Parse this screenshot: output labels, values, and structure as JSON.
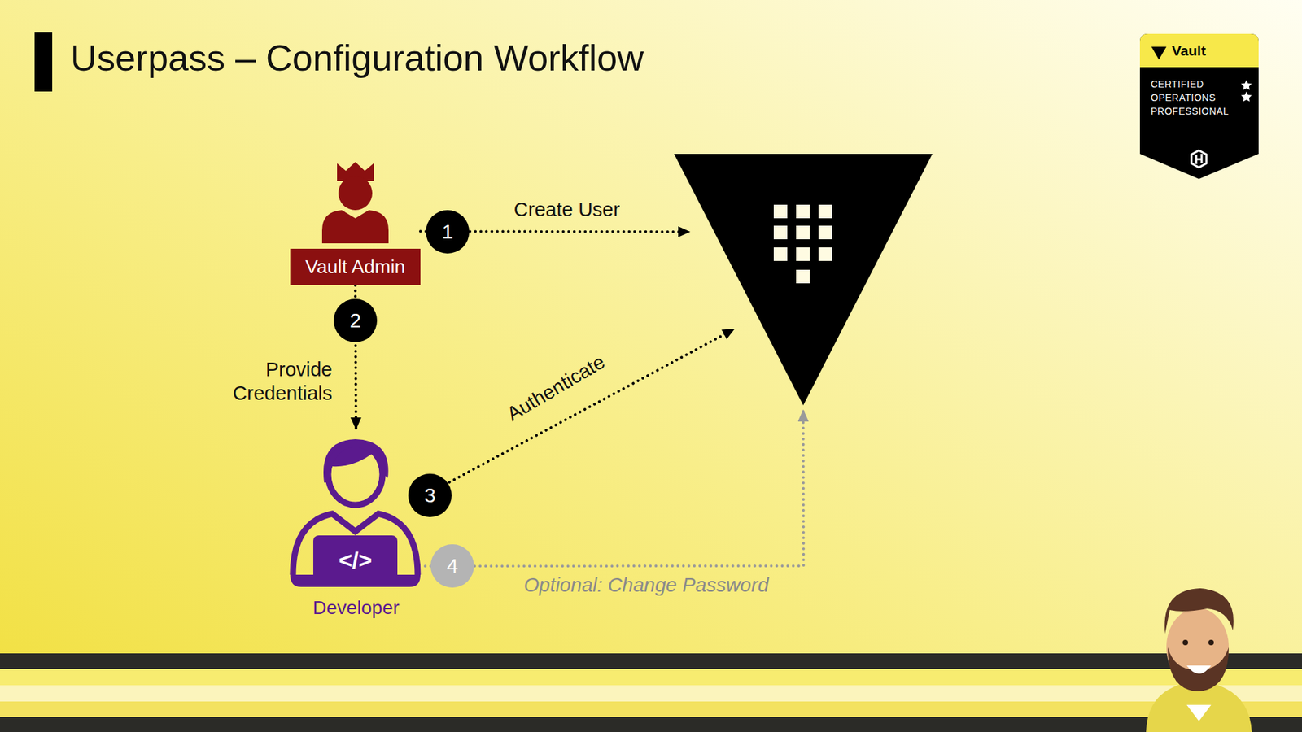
{
  "diagram": {
    "title": "Userpass – Configuration Workflow",
    "nodes": [
      {
        "text": [
          "Vault Admin"
        ]
      },
      {
        "text": []
      },
      {
        "text": [
          "Developer"
        ]
      }
    ],
    "edges": [
      {
        "from": 0,
        "to": 1,
        "label": "Create User",
        "arrow": "to"
      },
      {
        "from": 0,
        "to": 2,
        "label": "Provide Credentials",
        "arrow": "to"
      },
      {
        "from": 2,
        "to": 1,
        "label": "Authenticate",
        "arrow": "to"
      },
      {
        "from": 2,
        "to": 1,
        "label": "Optional: Change Password",
        "arrow": "to"
      }
    ],
    "labels": [
      "1",
      "2",
      "3",
      "4",
      "Vault",
      "CERTIFIED",
      "OPERATIONS",
      "PROFESSIONAL",
      "</>"
    ]
  }
}
